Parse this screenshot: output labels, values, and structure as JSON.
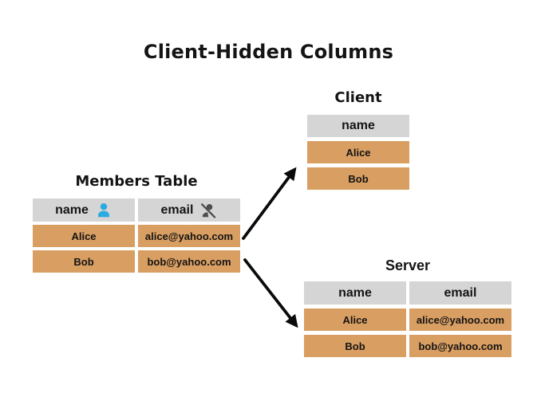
{
  "page": {
    "title": "Client-Hidden Columns"
  },
  "colors": {
    "header_bg": "#d5d5d5",
    "cell_bg": "#d99e62",
    "arrow": "#0a0a0a",
    "text": "#141414",
    "person_icon": "#29abe2",
    "person_off_icon": "#4d4d4d"
  },
  "members_table": {
    "title": "Members Table",
    "headers": [
      {
        "label": "name",
        "icon": "person-icon"
      },
      {
        "label": "email",
        "icon": "person-off-icon"
      }
    ],
    "rows": [
      [
        "Alice",
        "alice@yahoo.com"
      ],
      [
        "Bob",
        "bob@yahoo.com"
      ]
    ]
  },
  "client_table": {
    "title": "Client",
    "headers": [
      {
        "label": "name"
      }
    ],
    "rows": [
      [
        "Alice"
      ],
      [
        "Bob"
      ]
    ]
  },
  "server_table": {
    "title": "Server",
    "headers": [
      {
        "label": "name"
      },
      {
        "label": "email"
      }
    ],
    "rows": [
      [
        "Alice",
        "alice@yahoo.com"
      ],
      [
        "Bob",
        "bob@yahoo.com"
      ]
    ]
  }
}
